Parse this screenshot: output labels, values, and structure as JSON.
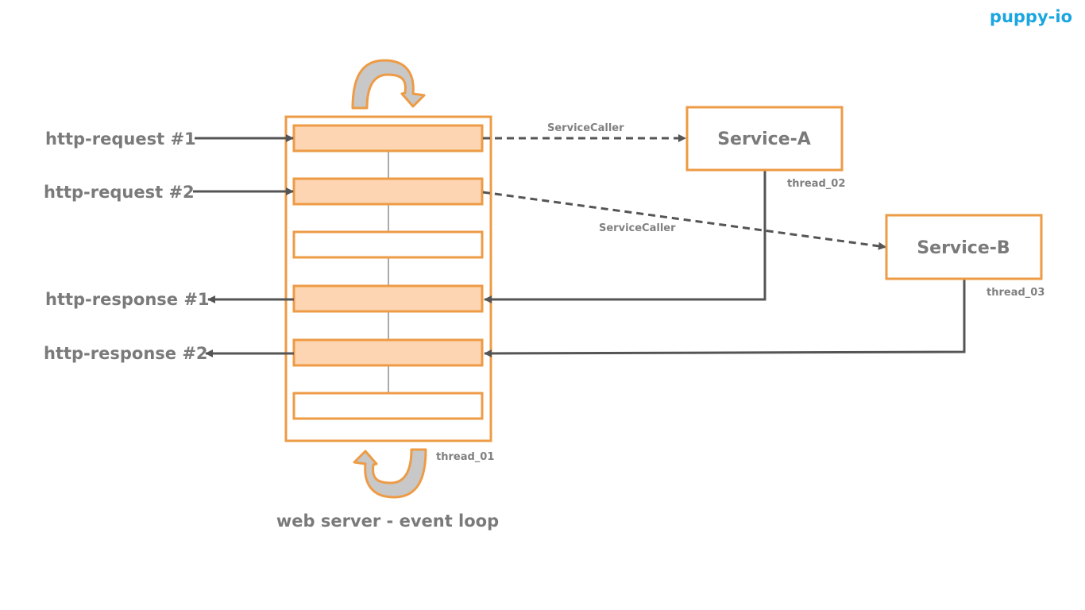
{
  "brand": {
    "name": "puppy-io",
    "color": "#1aa6e0"
  },
  "colors": {
    "orange": "#ed9b45",
    "slot_fill": "#fdd5b2",
    "arrow": "#555555",
    "text": "#7a7a7a",
    "loop_gray": "#c8c8c8"
  },
  "event_loop": {
    "caption": "web server - event loop",
    "thread": "thread_01",
    "slots": [
      {
        "filled": true
      },
      {
        "filled": true
      },
      {
        "filled": false
      },
      {
        "filled": true
      },
      {
        "filled": true
      },
      {
        "filled": false
      }
    ]
  },
  "requests": [
    {
      "label": "http-request #1"
    },
    {
      "label": "http-request #2"
    }
  ],
  "responses": [
    {
      "label": "http-response #1"
    },
    {
      "label": "http-response #2"
    }
  ],
  "services": [
    {
      "name": "Service-A",
      "thread": "thread_02",
      "caller_label": "ServiceCaller"
    },
    {
      "name": "Service-B",
      "thread": "thread_03",
      "caller_label": "ServiceCaller"
    }
  ]
}
